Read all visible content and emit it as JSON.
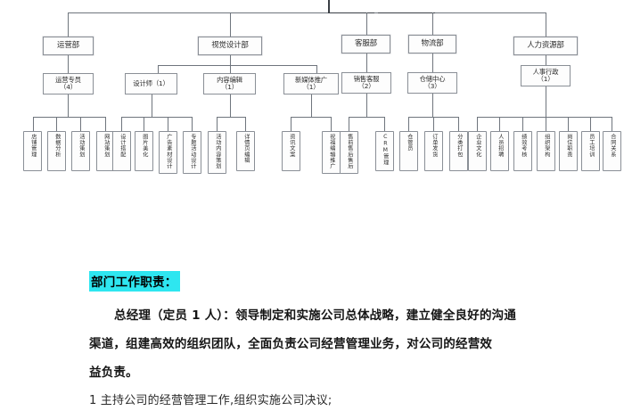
{
  "document": {
    "section_heading": "部门工作职责：",
    "body_lines": [
      "总经理（定员 1 人）：领导制定和实施公司总体战略，建立健全良好的沟通",
      "渠道，组建高效的组织团队，全面负责公司经营管理业务，对公司的经营效",
      "益负责。",
      "1 主持公司的经营管理工作,组织实施公司决议;"
    ],
    "highlight_color": "#2EE6F0"
  },
  "org_chart": {
    "type": "organization-chart",
    "line_color": "#6F757D",
    "box_fill": "#FDFDFD",
    "departments": [
      {
        "name": "运营部",
        "sub": [
          {
            "name": "运营专员",
            "count": "（4）",
            "leaves": [
              "店铺管理",
              "数据分析",
              "活动策划",
              "网站策划"
            ]
          }
        ]
      },
      {
        "name": "视觉设计部",
        "sub": [
          {
            "name": "设计师（1）",
            "count": "",
            "leaves": [
              "设计搭配",
              "图片美化",
              "广告素材设计",
              "专题活动设计"
            ]
          },
          {
            "name": "内容编辑",
            "count": "（1）",
            "leaves": [
              "活动内容策划",
              "详情页编辑"
            ]
          },
          {
            "name": "新媒体推广",
            "count": "（1）",
            "leaves": [
              "资讯文案",
              "祝福编辑推广"
            ]
          }
        ]
      },
      {
        "name": "客服部",
        "sub": [
          {
            "name": "销售客服",
            "count": "（2）",
            "leaves": [
              "售前售后售后",
              "CRM管理"
            ]
          }
        ]
      },
      {
        "name": "物流部",
        "sub": [
          {
            "name": "仓储中心",
            "count": "（3）",
            "leaves": [
              "仓管员",
              "订单发货",
              "分类打包"
            ]
          }
        ]
      },
      {
        "name": "人力资源部",
        "sub": [
          {
            "name": "人事行政",
            "count": "（1）",
            "leaves": [
              "企业文化",
              "人员招聘",
              "绩效考核",
              "组织架构",
              "岗位职责",
              "员工培训",
              "合同关系"
            ]
          }
        ]
      }
    ]
  }
}
